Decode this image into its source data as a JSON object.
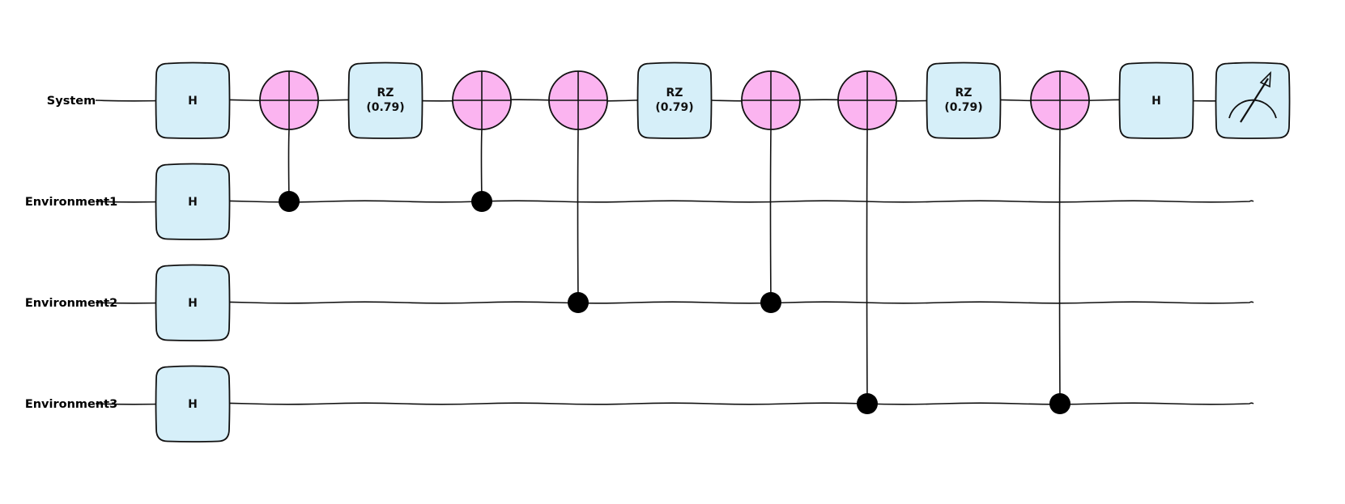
{
  "qubits": [
    {
      "label": "System"
    },
    {
      "label": "Environment1"
    },
    {
      "label": "Environment2"
    },
    {
      "label": "Environment3"
    }
  ],
  "operations": [
    {
      "type": "H",
      "qubits": [
        0,
        1,
        2,
        3
      ],
      "label": "H"
    },
    {
      "type": "CNOT",
      "control": 1,
      "target": 0
    },
    {
      "type": "RZ",
      "qubit": 0,
      "label": "RZ",
      "param": "(0.79)"
    },
    {
      "type": "CNOT",
      "control": 1,
      "target": 0
    },
    {
      "type": "CNOT",
      "control": 2,
      "target": 0
    },
    {
      "type": "RZ",
      "qubit": 0,
      "label": "RZ",
      "param": "(0.79)"
    },
    {
      "type": "CNOT",
      "control": 2,
      "target": 0
    },
    {
      "type": "CNOT",
      "control": 3,
      "target": 0
    },
    {
      "type": "RZ",
      "qubit": 0,
      "label": "RZ",
      "param": "(0.79)"
    },
    {
      "type": "CNOT",
      "control": 3,
      "target": 0
    },
    {
      "type": "H",
      "qubits": [
        0
      ],
      "label": "H"
    },
    {
      "type": "MEASURE",
      "qubit": 0
    }
  ],
  "colors": {
    "gate_fill": "#d6eff9",
    "target_fill": "#fbb4f0",
    "control_dot": "#000000",
    "wire": "#111111"
  }
}
